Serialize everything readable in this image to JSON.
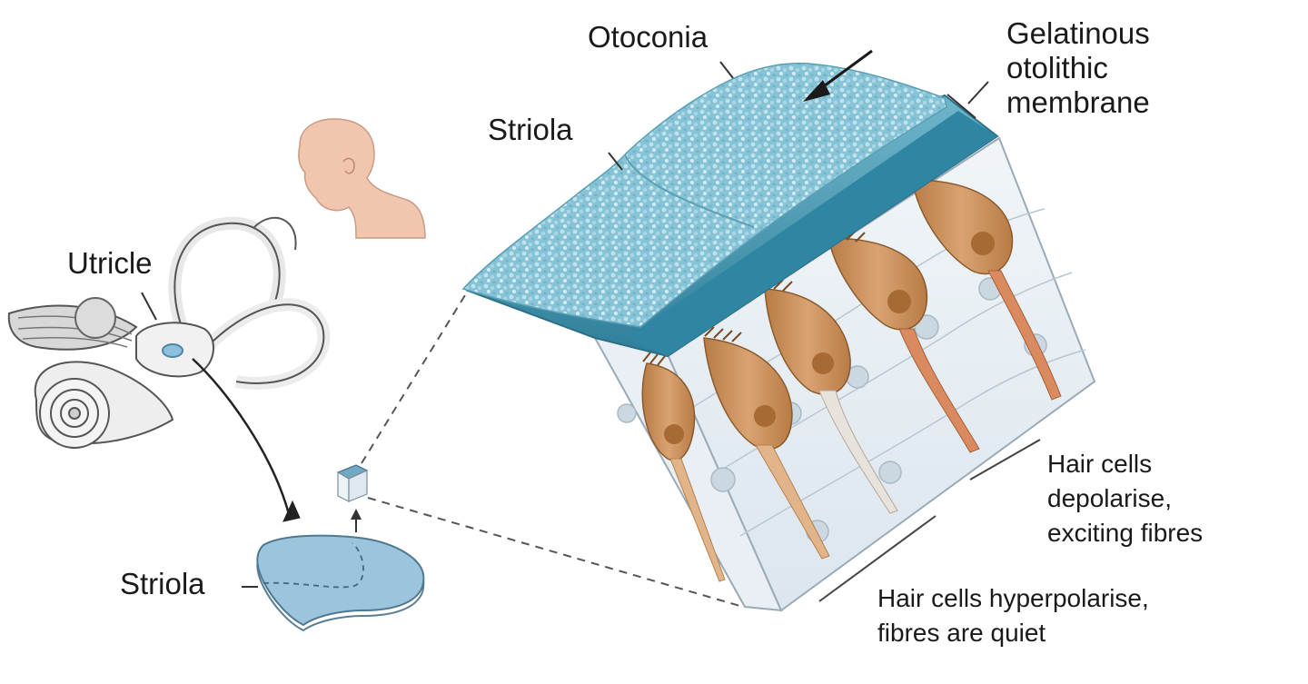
{
  "labels": {
    "otoconia": "Otoconia",
    "gelatinous": [
      "Gelatinous",
      "otolithic",
      "membrane"
    ],
    "striola_top": "Striola",
    "utricle": "Utricle",
    "striola_bottom": "Striola",
    "depolarise": [
      "Hair cells",
      "depolarise,",
      "exciting fibres"
    ],
    "hyperpolarise": [
      "Hair cells hyperpolarise,",
      "fibres are quiet"
    ]
  },
  "colors": {
    "otoconia": "#7fc0d4",
    "membrane": "#4a9bb4",
    "hair_cell": "#c98d55",
    "nucleus": "#a86a34",
    "tissue": "#e6edf2",
    "skin": "#f2c6ae",
    "striola_patch": "#9cc4dc"
  }
}
